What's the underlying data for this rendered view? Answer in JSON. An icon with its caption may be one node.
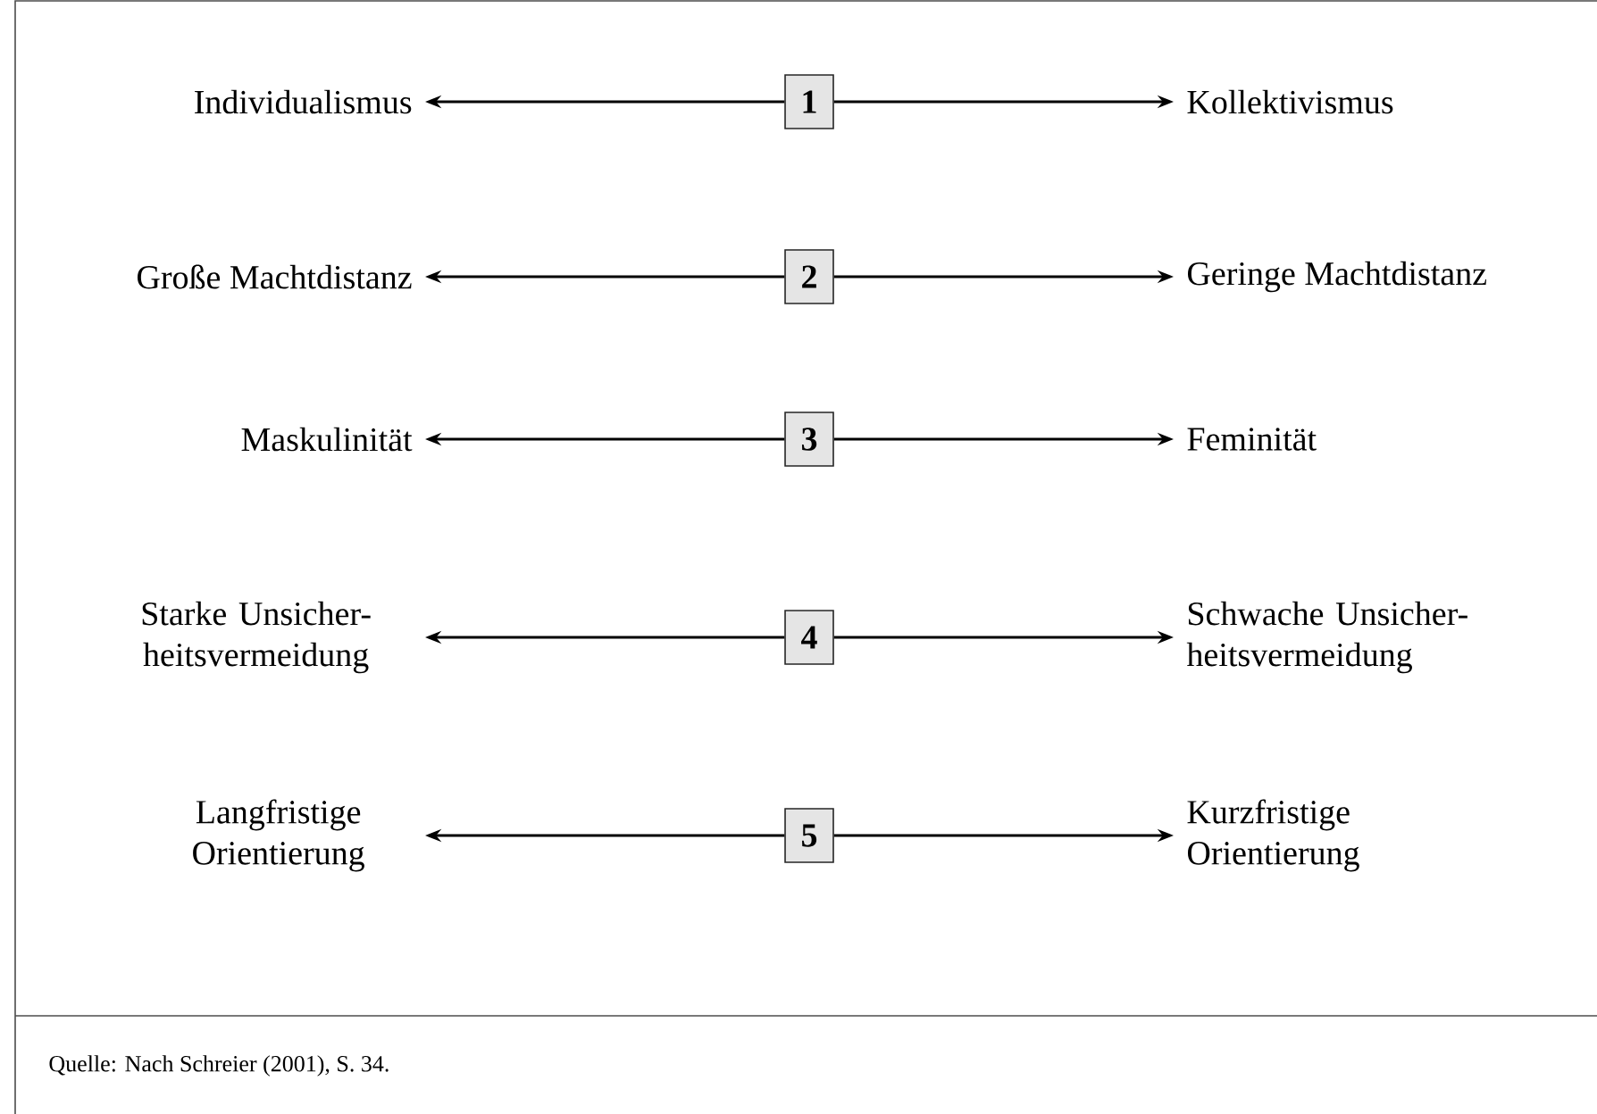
{
  "diagram": {
    "caption": "Quelle: Nach Schreier (2001), S. 34.",
    "nodes": [
      {
        "text": [
          "Individualismus"
        ]
      },
      {
        "text": [
          "1"
        ]
      },
      {
        "text": [
          "Kollektivismus"
        ]
      },
      {
        "text": [
          "Große Machtdistanz"
        ]
      },
      {
        "text": [
          "2"
        ]
      },
      {
        "text": [
          "Geringe Machtdistanz"
        ]
      },
      {
        "text": [
          "Maskulinität"
        ]
      },
      {
        "text": [
          "3"
        ]
      },
      {
        "text": [
          "Feminität"
        ]
      },
      {
        "text": [
          "Starke Unsicher- heitsvermeidung"
        ]
      },
      {
        "text": [
          "4"
        ]
      },
      {
        "text": [
          "Schwache Unsicher- heitsvermeidung"
        ]
      },
      {
        "text": [
          "Langfristige Orientierung"
        ]
      },
      {
        "text": [
          "5"
        ]
      },
      {
        "text": [
          "Kurzfristige Orientierung"
        ]
      }
    ],
    "edges": [
      {
        "from": 1,
        "to": 0,
        "arrow": "to"
      },
      {
        "from": 1,
        "to": 2,
        "arrow": "to"
      },
      {
        "from": 4,
        "to": 3,
        "arrow": "to"
      },
      {
        "from": 4,
        "to": 5,
        "arrow": "to"
      },
      {
        "from": 7,
        "to": 6,
        "arrow": "to"
      },
      {
        "from": 7,
        "to": 8,
        "arrow": "to"
      },
      {
        "from": 10,
        "to": 9,
        "arrow": "to"
      },
      {
        "from": 10,
        "to": 11,
        "arrow": "to"
      },
      {
        "from": 13,
        "to": 12,
        "arrow": "to"
      },
      {
        "from": 13,
        "to": 14,
        "arrow": "to"
      }
    ]
  }
}
